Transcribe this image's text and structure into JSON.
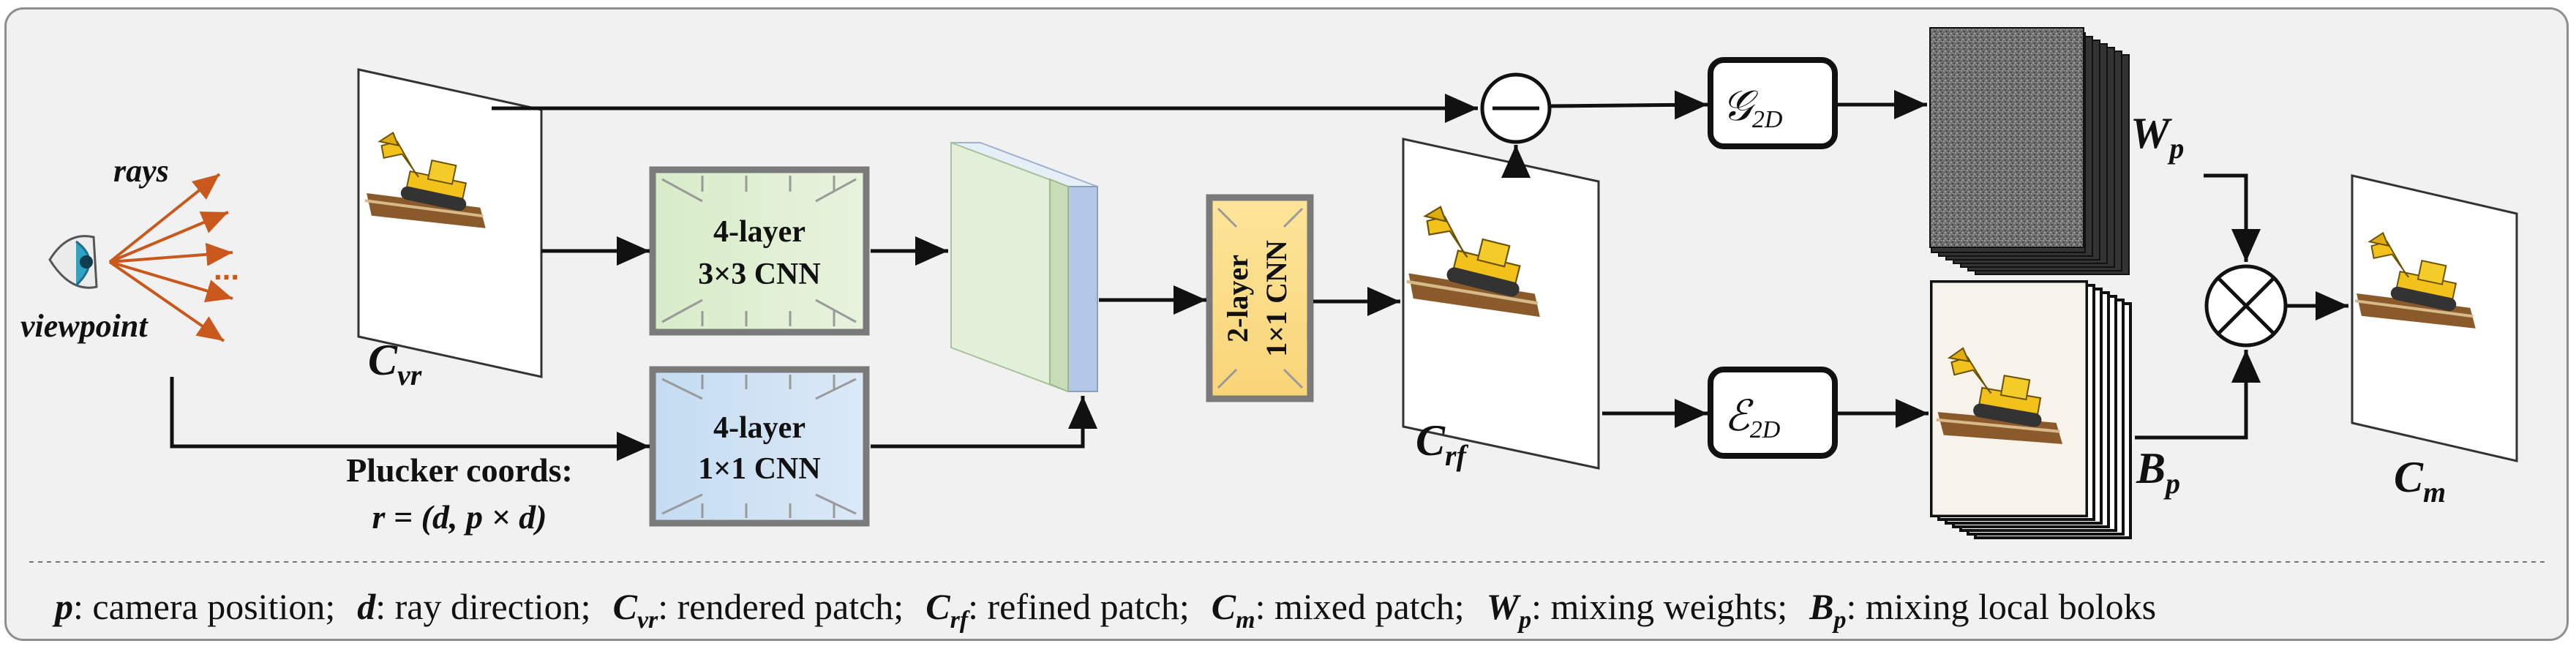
{
  "labels": {
    "rays": "rays",
    "viewpoint": "viewpoint",
    "dots": "...",
    "c_vr": {
      "main": "C",
      "sub": "vr"
    },
    "c_rf": {
      "main": "C",
      "sub": "rf"
    },
    "c_m": {
      "main": "C",
      "sub": "m"
    },
    "w_p": {
      "main": "W",
      "sub": "p"
    },
    "b_p": {
      "main": "B",
      "sub": "p"
    },
    "plucker_line1": "Plucker coords:",
    "plucker_line2": "r = (d, p  × d)"
  },
  "blocks": {
    "cnn3x3": {
      "line1": "4-layer",
      "line2": "3×3 CNN",
      "color": "#cfe6c0"
    },
    "cnn1x1": {
      "line1": "4-layer",
      "line2": "1×1 CNN",
      "color": "#b8d4ee"
    },
    "cnn2": {
      "line1": "2-layer",
      "line2": "1×1 CNN",
      "color": "#fbe08d"
    },
    "g2d": {
      "main": "𝒢",
      "sub": "2D"
    },
    "e2d": {
      "main": "ℰ",
      "sub": "2D"
    }
  },
  "legend": {
    "p_sym": "p",
    "p_text": ": camera position;",
    "d_sym": "d",
    "d_text": ": ray direction;",
    "cvr_main": "C",
    "cvr_sub": "vr",
    "cvr_text": ": rendered patch;",
    "crf_main": "C",
    "crf_sub": "rf",
    "crf_text": ": refined patch;",
    "cm_main": "C",
    "cm_sub": "m",
    "cm_text": ": mixed patch;",
    "wp_main": "W",
    "wp_sub": "p",
    "wp_text": ": mixing weights;",
    "bp_main": "B",
    "bp_sub": "p",
    "bp_text": ": mixing local boloks"
  },
  "colors": {
    "ray": "#c8581c",
    "frame_bg": "#f1f1f1",
    "arrow": "#111111"
  }
}
